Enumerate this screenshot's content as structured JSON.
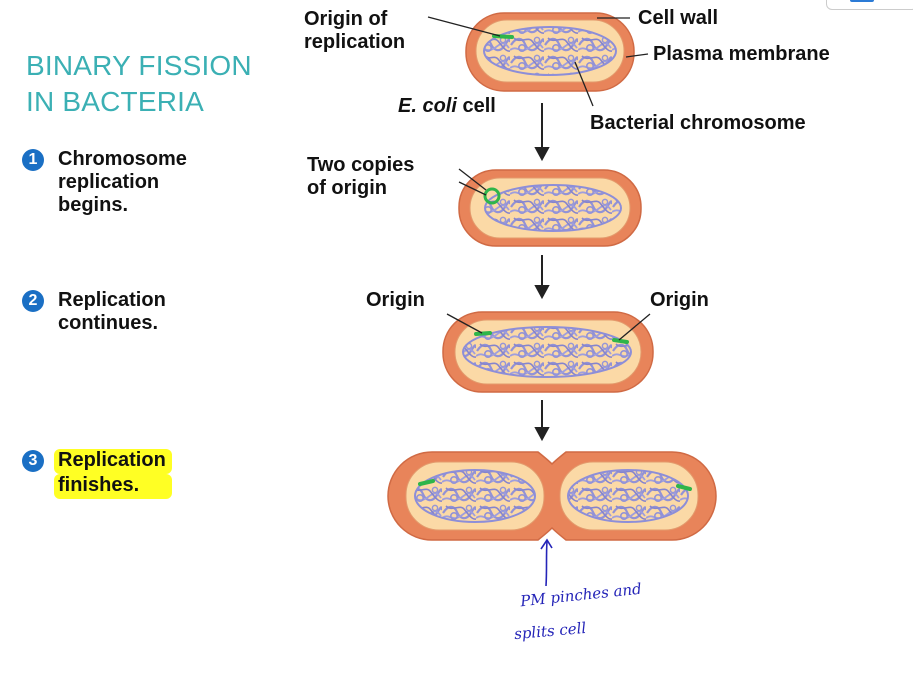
{
  "title": {
    "line1": "BINARY FISSION",
    "line2": "IN BACTERIA"
  },
  "steps": [
    {
      "number": "1",
      "lines": [
        "Chromosome",
        "replication",
        "begins."
      ]
    },
    {
      "number": "2",
      "lines": [
        "Replication",
        "continues."
      ]
    },
    {
      "number": "3",
      "lines": [
        "Replication",
        "finishes."
      ],
      "highlighted": true
    }
  ],
  "labels": {
    "origin_of_replication": [
      "Origin of",
      "replication"
    ],
    "cell_wall": "Cell wall",
    "plasma_membrane": "Plasma membrane",
    "ecoli_italic": "E. coli",
    "ecoli_rest": " cell",
    "bacterial_chromosome": "Bacterial chromosome",
    "two_copies": [
      "Two copies",
      "of origin"
    ],
    "origin_left": "Origin",
    "origin_right": "Origin"
  },
  "handwritten_note": {
    "line1": "PM pinches and",
    "line2": "splits cell"
  },
  "colors": {
    "title": "#3bb0b4",
    "step_badge": "#1a6fc4",
    "highlight": "#ffff24",
    "cell_wall": "#e8845a",
    "cytoplasm": "#fbd9a6",
    "chromosome": "#8d8ed8",
    "origin": "#2fb54a",
    "handwriting": "#2424b8"
  }
}
